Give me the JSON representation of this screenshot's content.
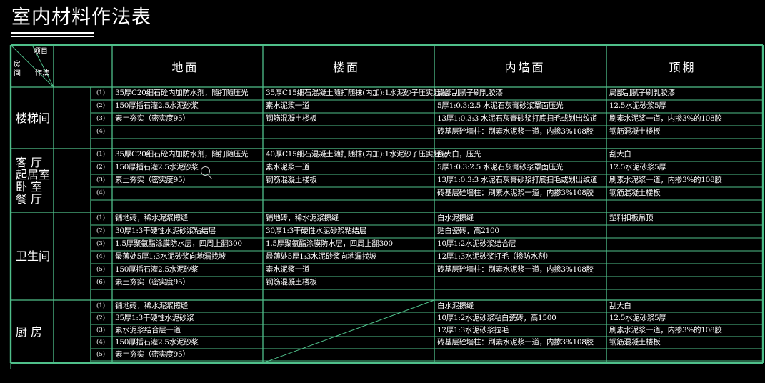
{
  "title": "室内材料作法表",
  "corner": {
    "top": "项目",
    "left": "房间",
    "bottom": "作法"
  },
  "headers": [
    "地面",
    "楼面",
    "内墙面",
    "顶棚"
  ],
  "icons": {
    "cursor": "magnifier-cursor-icon"
  },
  "colors": {
    "grid": "#4fbf8a",
    "background": "#000000",
    "text": "#ffffff"
  },
  "rooms": [
    {
      "name": [
        "楼梯间"
      ],
      "indices": [
        "(1)",
        "(2)",
        "(3)",
        "(4)"
      ],
      "rows": [
        [
          "35厚C20细石砼内加防水剂，随打随压光",
          "35厚C15细石混凝土随打随抹(内加):1水泥砂子压实赶光",
          "局部刮腻子刷乳胶漆",
          "局部刮腻子刷乳胶漆"
        ],
        [
          "150厚插石灌2.5水泥砂浆",
          "素水泥浆一道",
          "5厚1:0.3:2.5 水泥石灰膏砂浆罩面压光",
          "12.5水泥砂浆5厚"
        ],
        [
          "素土夯实（密实度95）",
          "钢筋混凝土楼板",
          "13厚1:0.3:3 水泥石灰膏砂浆打底扫毛或划出纹道",
          "刷素水泥浆一道，内掺3%的108胶"
        ],
        [
          "",
          "",
          "砖基层砼墙柱：刷素水泥浆一道，内掺3%108胶",
          "钢筋混凝土楼板"
        ]
      ]
    },
    {
      "name": [
        "客 厅",
        "起居室",
        "卧 室",
        "餐 厅"
      ],
      "indices": [
        "(1)",
        "(2)",
        "(3)",
        "(4)"
      ],
      "rows": [
        [
          "35厚C20细石砼内加防水剂，随打随压光",
          "40厚C15细石混凝土随打随抹(内加):1水泥砂子压实赶光",
          "刮大白，压光",
          "刮大白"
        ],
        [
          "150厚插石灌2.5水泥砂浆",
          "素水泥浆一道",
          "5厚1:0.3:2.5 水泥石灰膏砂浆罩面压光",
          "12.5水泥砂浆5厚"
        ],
        [
          "素土夯实（密实度95）",
          "钢筋混凝土楼板",
          "13厚1:0.3:3 水泥石灰膏砂浆打底扫毛或划出纹道",
          "刷素水泥浆一道，内掺3%的108胶"
        ],
        [
          "",
          "",
          "砖基层砼墙柱：刷素水泥浆一道，内掺3%108胶",
          "钢筋混凝土楼板"
        ]
      ]
    },
    {
      "name": [
        "卫生间"
      ],
      "indices": [
        "(1)",
        "(2)",
        "(3)",
        "(4)",
        "(5)",
        "(6)"
      ],
      "rows": [
        [
          "铺地砖，稀水泥浆擦缝",
          "铺地砖，稀水泥浆擦缝",
          "白水泥擦缝",
          "塑料扣板吊顶"
        ],
        [
          "30厚1:3干硬性水泥砂浆粘结层",
          "30厚1:3干硬性水泥砂浆粘结层",
          "贴白瓷砖，高2100",
          ""
        ],
        [
          "1.5厚聚氨酯涂膜防水层，四周上翻300",
          "1.5厚聚氨酯涂膜防水层，四周上翻300",
          "10厚1:2水泥砂浆结合层",
          ""
        ],
        [
          "最薄处5厚1:3水泥砂浆向地漏找坡",
          "最薄处5厚1:3水泥砂浆向地漏找坡",
          "12厚1:3水泥砂浆打毛（掺防水剂）",
          ""
        ],
        [
          "150厚插石灌2.5水泥砂浆",
          "素水泥浆一道",
          "砖基层砼墙柱：刷素水泥浆一道，内掺3%108胶",
          ""
        ],
        [
          "素土夯实（密实度95）",
          "钢筋混凝土楼板",
          "",
          ""
        ]
      ]
    },
    {
      "name": [
        "厨 房"
      ],
      "indices": [
        "(1)",
        "(2)",
        "(3)",
        "(4)",
        "(5)"
      ],
      "rows": [
        [
          "铺地砖，稀水泥浆擦缝",
          "",
          "白水泥擦缝",
          "刮大白"
        ],
        [
          "35厚1:3干硬性水泥砂浆",
          "",
          "10厚1:2水泥砂浆粘白瓷砖，高1500",
          "12.5水泥砂浆5厚"
        ],
        [
          "素水泥浆结合层一道",
          "",
          "12厚1:3水泥砂浆拉毛",
          "刷素水泥浆一道，内掺3%的108胶"
        ],
        [
          "150厚插石灌2.5水泥砂浆",
          "",
          "砖基层砼墙柱：刷素水泥浆一道，内掺3%108胶",
          "钢筋混凝土楼板"
        ],
        [
          "素土夯实（密实度95）",
          "",
          "",
          ""
        ]
      ]
    }
  ]
}
